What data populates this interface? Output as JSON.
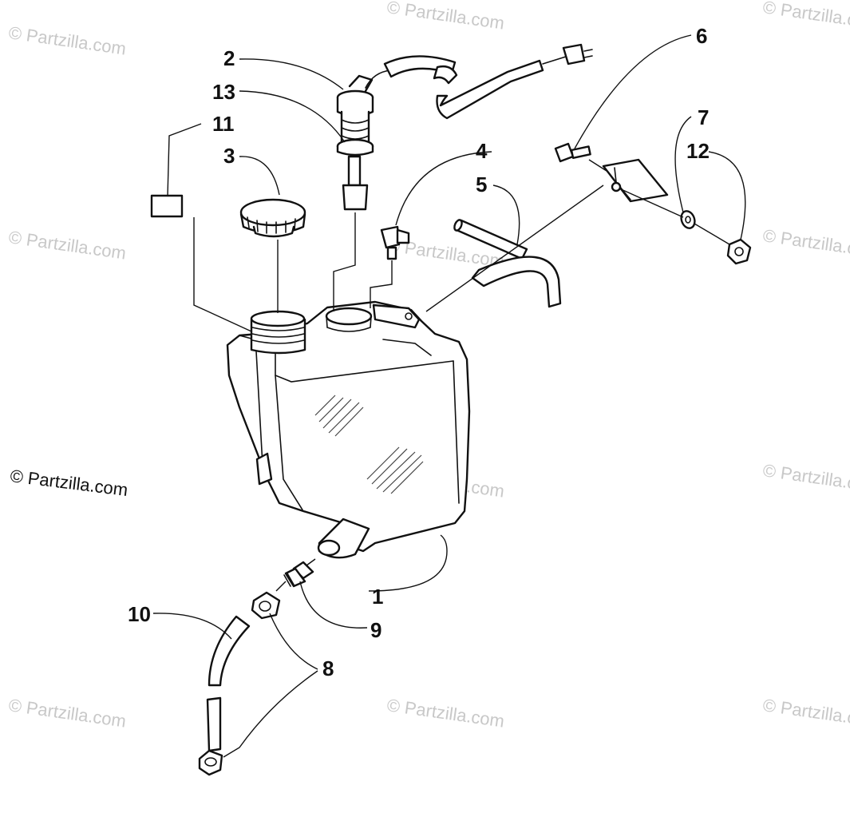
{
  "callouts": {
    "c1": "1",
    "c2": "2",
    "c3": "3",
    "c4": "4",
    "c5": "5",
    "c6": "6",
    "c7": "7",
    "c8": "8",
    "c9": "9",
    "c10": "10",
    "c11": "11",
    "c12": "12",
    "c13": "13"
  },
  "watermark": {
    "faint": "© Partzilla.com",
    "main": "© Partzilla.com"
  }
}
